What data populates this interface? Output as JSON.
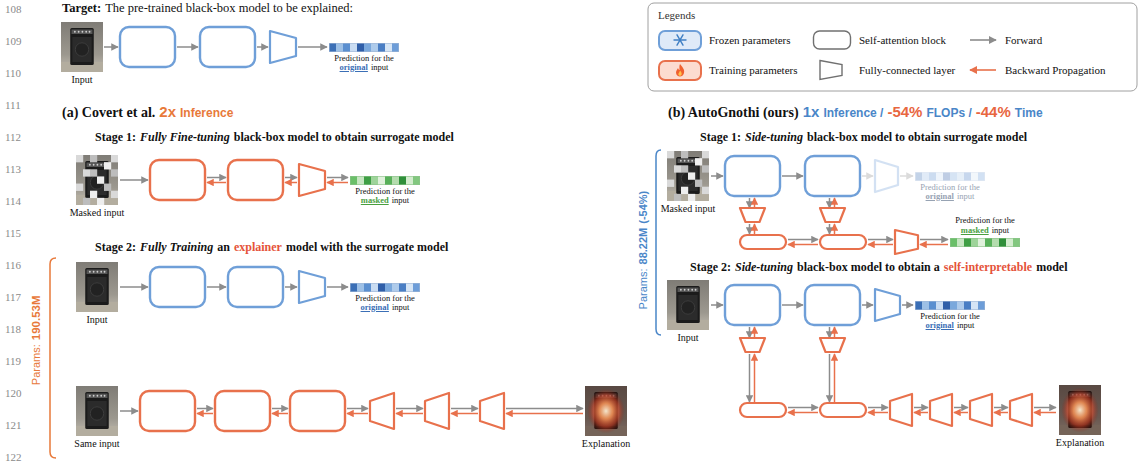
{
  "diagram": {
    "nodes": [
      {
        "text": [
          "Input"
        ]
      },
      {
        "text": [
          "Prediction for the",
          "original",
          "input"
        ]
      },
      {
        "text": [
          "Masked input"
        ]
      },
      {
        "text": [
          "Prediction for the",
          "masked",
          "input"
        ]
      },
      {
        "text": [
          "Input"
        ]
      },
      {
        "text": [
          "Prediction for the",
          "original",
          "input"
        ]
      },
      {
        "text": [
          "Same input"
        ]
      },
      {
        "text": [
          "Explanation"
        ]
      },
      {
        "text": [
          "Masked input"
        ]
      },
      {
        "text": [
          "Prediction for the",
          "original",
          "input"
        ]
      },
      {
        "text": [
          "Prediction for the",
          "masked",
          "input"
        ]
      },
      {
        "text": [
          "Input"
        ]
      },
      {
        "text": [
          "Prediction for the",
          "original",
          "input"
        ]
      },
      {
        "text": [
          "Explanation"
        ]
      }
    ],
    "labels": [
      "108",
      "109",
      "110",
      "111",
      "112",
      "113",
      "114",
      "115",
      "116",
      "117",
      "118",
      "119",
      "120",
      "121",
      "122",
      "Target:",
      "The pre-trained black-box model to be explained:",
      "Legends",
      "(a) Covert et al.",
      "2x",
      "Inference",
      "(b) AutoGnothi (ours)",
      "1x",
      "Inference /",
      "-54%",
      "FLOPs /",
      "-44%",
      "Time",
      "Stage 1:",
      "Fully Fine-tuning",
      "black-box model to obtain surrogate model",
      "Stage 1:",
      "Side-tuning",
      "black-box model to obtain surrogate model",
      "Params:",
      "88.22M",
      "(-54%)",
      "Stage 2:",
      "Fully Training",
      "an",
      "explainer",
      "model with the surrogate model",
      "Params:",
      "190.53M",
      "Stage 2:",
      "Side-tuning",
      "black-box model to obtain a",
      "self-interpretable",
      "model"
    ],
    "legend": [
      {
        "text": "Frozen parameters",
        "color": "#dfeaf8"
      },
      {
        "text": "Self-attention block"
      },
      {
        "text": "Forward"
      },
      {
        "text": "Training parameters",
        "color": "#fcdcd0"
      },
      {
        "text": "Fully-connected layer"
      },
      {
        "text": "Backward Propagation"
      }
    ]
  }
}
